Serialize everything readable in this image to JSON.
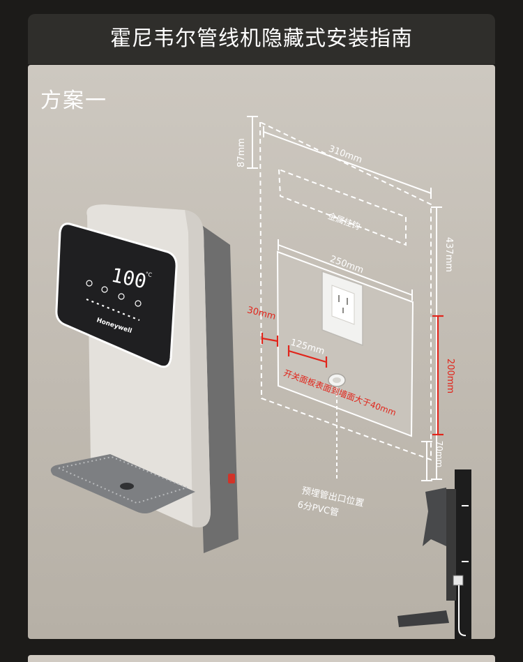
{
  "header": {
    "title": "霍尼韦尔管线机隐藏式安装指南"
  },
  "section": {
    "label": "方案一"
  },
  "dimensions": {
    "top_offset": "87mm",
    "bracket_width": "310mm",
    "bracket_label": "金属挂钩",
    "total_height": "437mm",
    "panel_width": "250mm",
    "side_offset": "30mm",
    "outlet_offset": "125mm",
    "switch_note": "开关面板表面到墙面大于40mm",
    "red_height": "200mm",
    "bottom_offset": "70mm"
  },
  "pipe_note": {
    "line1": "预埋管出口位置",
    "line2": "6分PVC管"
  },
  "device": {
    "display_value": "100",
    "display_unit": "°C",
    "brand": "Honeywell"
  },
  "colors": {
    "header_bg": "#2f2e2b",
    "panel_bg": "#c6c0b7",
    "accent_red": "#e1251b",
    "dim_white": "#ffffff"
  }
}
